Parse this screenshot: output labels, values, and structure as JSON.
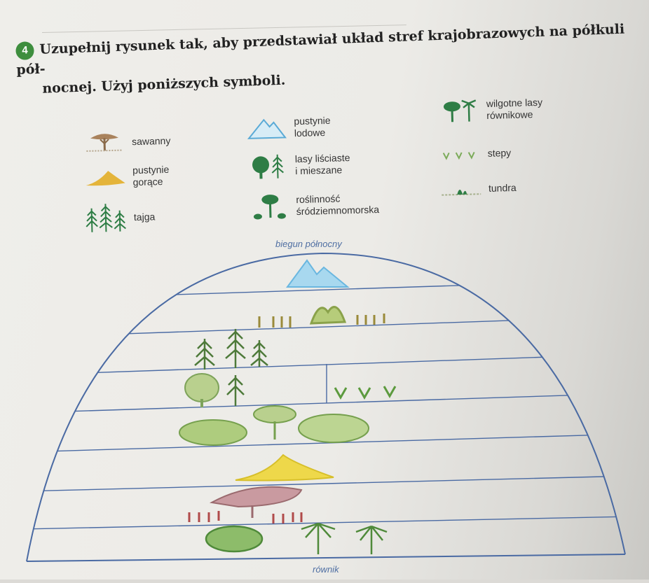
{
  "task": {
    "number": "4",
    "line1": "Uzupełnij rysunek tak, aby przedstawiał układ stref krajobrazowych na półkuli pół-",
    "line2": "nocnej. Użyj poniższych symboli."
  },
  "legend": [
    {
      "id": "sawanny",
      "lines": [
        "sawanny"
      ],
      "icon": "savanna-tree-icon"
    },
    {
      "id": "pustynie-gorace",
      "lines": [
        "pustynie",
        "gorące"
      ],
      "icon": "sand-dune-icon"
    },
    {
      "id": "tajga",
      "lines": [
        "tajga"
      ],
      "icon": "conifer-trees-icon"
    },
    {
      "id": "pustynie-lodowe",
      "lines": [
        "pustynie",
        "lodowe"
      ],
      "icon": "ice-mountain-icon"
    },
    {
      "id": "lasy-lisciaste",
      "lines": [
        "lasy liściaste",
        "i mieszane"
      ],
      "icon": "mixed-forest-icon"
    },
    {
      "id": "roslinnosc-srodziemnomorska",
      "lines": [
        "roślinność",
        "śródziemnomorska"
      ],
      "icon": "mediterranean-tree-icon"
    },
    {
      "id": "wilgotne-lasy",
      "lines": [
        "wilgotne lasy",
        "równikowe"
      ],
      "icon": "palm-trees-icon"
    },
    {
      "id": "stepy",
      "lines": [
        "stepy"
      ],
      "icon": "grass-tufts-icon"
    },
    {
      "id": "tundra",
      "lines": [
        "tundra"
      ],
      "icon": "tundra-shrub-icon"
    }
  ],
  "diagram": {
    "top_label": "biegun północny",
    "bottom_label": "równik",
    "line_color": "#4a6aa3"
  }
}
